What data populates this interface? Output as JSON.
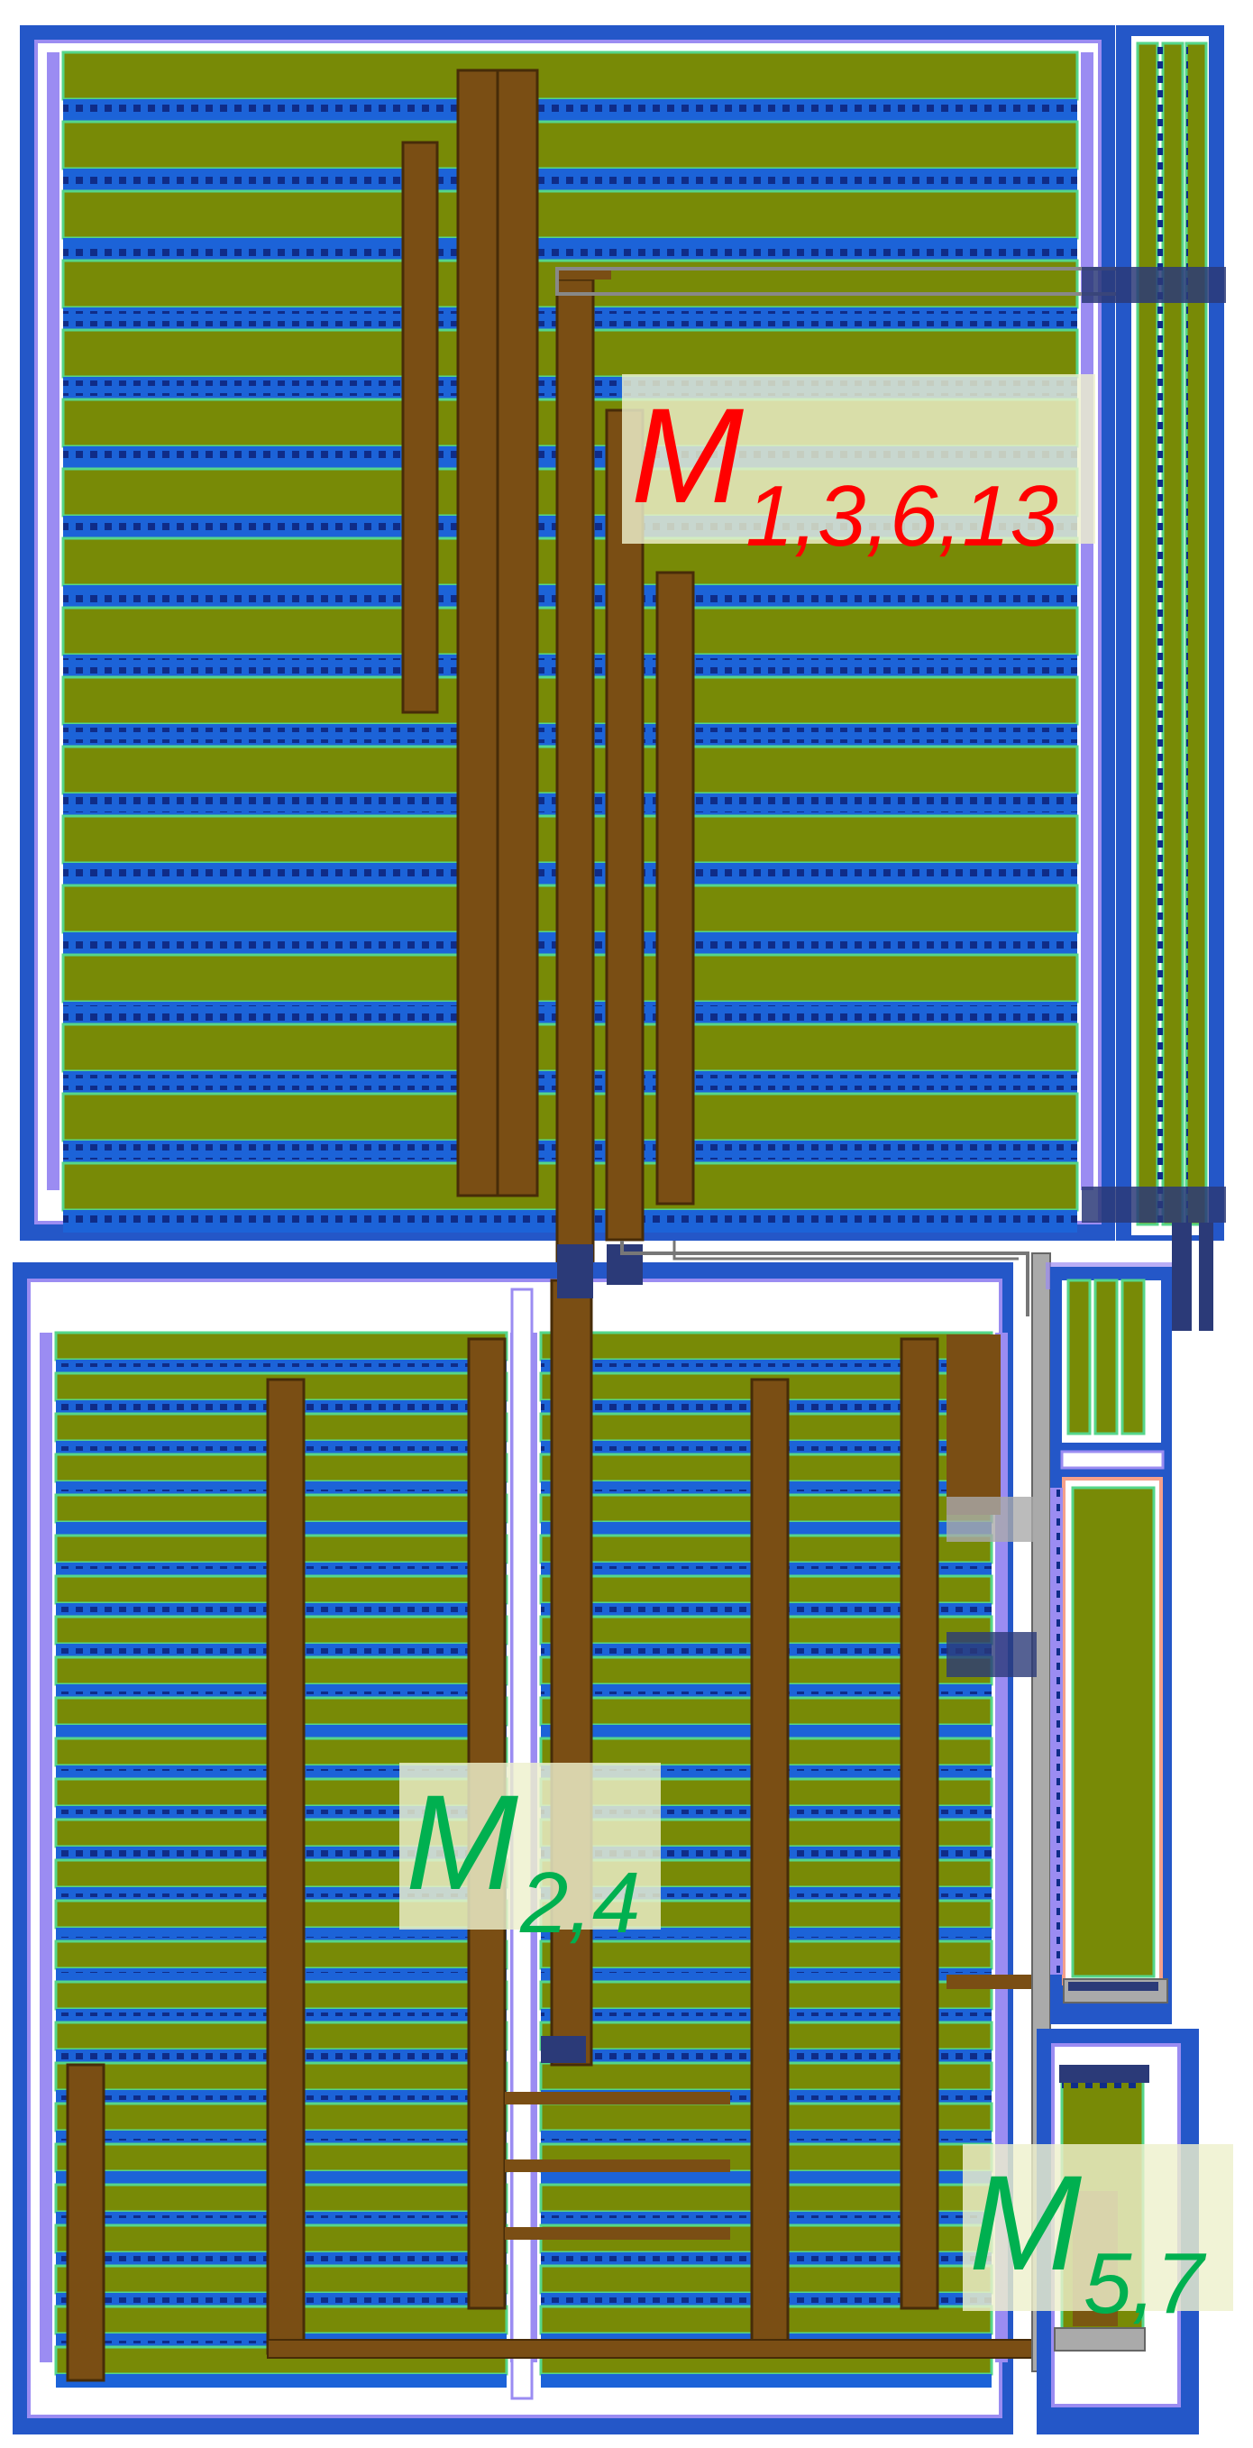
{
  "colors": {
    "background": "#ffffff",
    "well_border": "#2457c8",
    "diffusion": "#788a06",
    "diffusion_edge": "#55d68a",
    "metal_blue": "#1c63d8",
    "contact": "#0f2c88",
    "poly_brown": "#7a4e14",
    "poly_dark": "#472c08",
    "route_gray": "#aaaaaa",
    "route_purple": "#9b8cf2",
    "pink": "#f5a08a"
  },
  "labels": [
    {
      "name": "M",
      "subscript": "1,3,6,13",
      "color": "#ff0000"
    },
    {
      "name": "M",
      "subscript": "2,4",
      "color": "#00b050"
    },
    {
      "name": "M",
      "subscript": "5,7",
      "color": "#00b050"
    }
  ]
}
